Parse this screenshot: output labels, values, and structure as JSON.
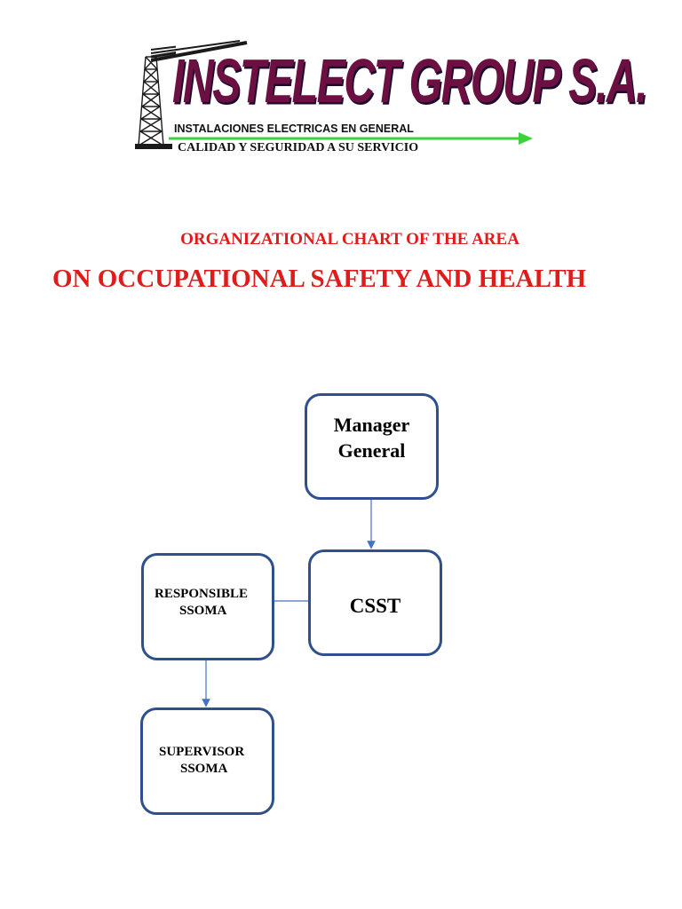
{
  "logo": {
    "company_name": "INSTELECT GROUP S.A.",
    "tagline1": "INSTALACIONES ELECTRICAS EN GENERAL",
    "tagline2": "CALIDAD Y SEGURIDAD A SU SERVICIO",
    "title_color": "#6b1040",
    "arrow_color": "#3ed13e"
  },
  "heading": {
    "line1": "ORGANIZATIONAL CHART OF THE AREA",
    "line2": "ON OCCUPATIONAL SAFETY AND HEALTH",
    "color": "#e01b1b"
  },
  "org_chart": {
    "border_color": "#2f4f8f",
    "connector_color": "#4472c4",
    "nodes": {
      "manager": {
        "line1": "Manager",
        "line2": "General"
      },
      "csst": {
        "label": "CSST"
      },
      "responsible": {
        "line1": "RESPONSIBLE",
        "line2": "SSOMA"
      },
      "supervisor": {
        "line1": "SUPERVISOR",
        "line2": "SSOMA"
      }
    },
    "connections": [
      {
        "from": "manager",
        "to": "csst",
        "arrow": true
      },
      {
        "from": "responsible",
        "to": "csst",
        "arrow": false
      },
      {
        "from": "responsible",
        "to": "supervisor",
        "arrow": true
      }
    ]
  }
}
